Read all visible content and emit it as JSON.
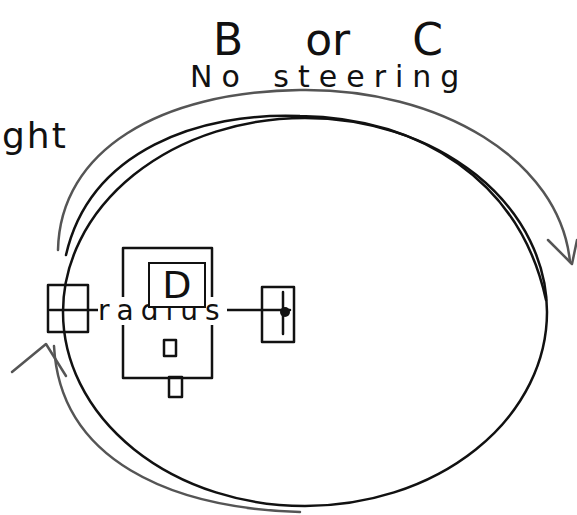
{
  "diagram": {
    "nodes": [
      {
        "text": [
          "D"
        ]
      }
    ],
    "labels": [
      "B or C",
      "No steering",
      "ght",
      "radius"
    ]
  }
}
